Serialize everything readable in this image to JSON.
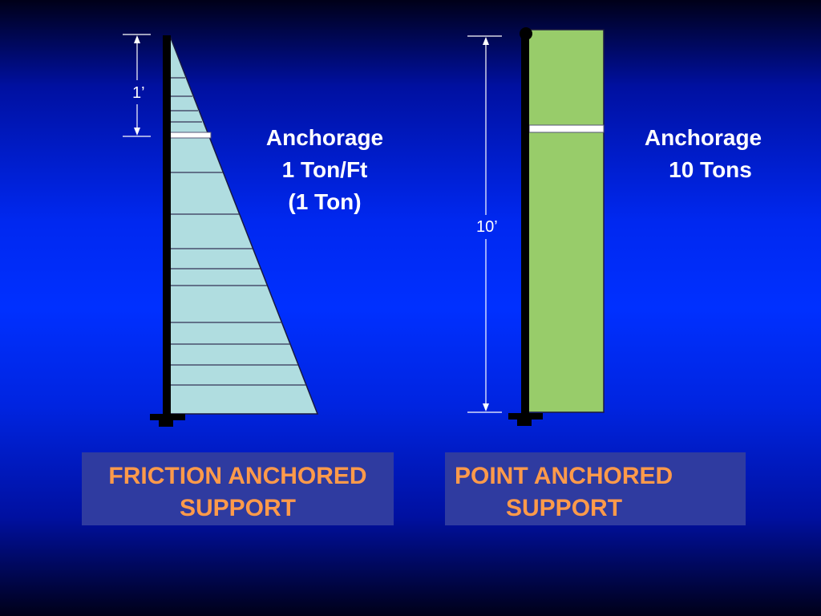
{
  "left_diagram": {
    "dimension_label": "1’",
    "anchorage_lines": [
      "Anchorage",
      "1 Ton/Ft",
      "(1 Ton)"
    ],
    "caption_lines": [
      "FRICTION ANCHORED",
      "SUPPORT"
    ],
    "fill_color": "#b0dde0"
  },
  "right_diagram": {
    "dimension_label": "10’",
    "anchorage_lines": [
      "Anchorage",
      "10 Tons"
    ],
    "caption_lines": [
      "POINT ANCHORED",
      "SUPPORT"
    ],
    "fill_color": "#98cc6a"
  },
  "colors": {
    "caption_text": "#ff9a4a",
    "caption_box": "#2f3ba0",
    "label_text": "#ffffff"
  }
}
